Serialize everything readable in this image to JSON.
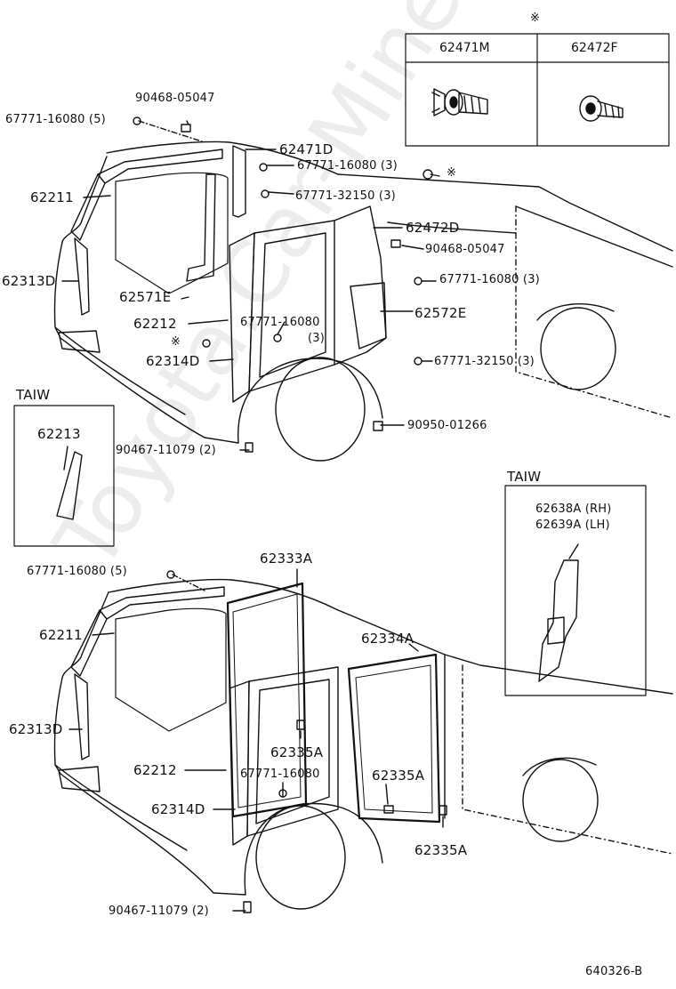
{
  "watermark": "Toyota.Car-Mine.ru",
  "diagram_code": "640326-B",
  "note_symbol": "※",
  "legend_table": {
    "headers": [
      "62471M",
      "62472F"
    ]
  },
  "upper": {
    "labels": {
      "p90468_05047_top": "90468-05047",
      "p67771_16080_5": "67771-16080 (5)",
      "p62471D": "62471D",
      "p67771_16080_3_a": "67771-16080 (3)",
      "p67771_32150_3_a": "67771-32150 (3)",
      "p62211": "62211",
      "p62472D": "62472D",
      "p90468_05047_right": "90468-05047",
      "p62313D": "62313D",
      "p67771_16080_3_b": "67771-16080 (3)",
      "p62571E": "62571E",
      "p62572E": "62572E",
      "p62212": "62212",
      "p67771_16080_mid": "67771-16080",
      "p_mid_qty": "(3)",
      "p62314D": "62314D",
      "p67771_32150_3_b": "67771-32150 (3)",
      "p90950_01266": "90950-01266",
      "p90467_11079": "90467-11079 (2)"
    },
    "taiw_box": {
      "title": "TAIW",
      "part": "62213"
    }
  },
  "lower": {
    "labels": {
      "p67771_16080_5": "67771-16080 (5)",
      "p62333A": "62333A",
      "p62211": "62211",
      "p62334A": "62334A",
      "p62313D": "62313D",
      "p62335A_a": "62335A",
      "p62212": "62212",
      "p67771_16080": "67771-16080",
      "p62335A_b": "62335A",
      "p62314D": "62314D",
      "p62335A_c": "62335A",
      "p90467_11079": "90467-11079 (2)"
    },
    "taiw_box": {
      "title": "TAIW",
      "part_rh": "62638A (RH)",
      "part_lh": "62639A (LH)"
    }
  }
}
